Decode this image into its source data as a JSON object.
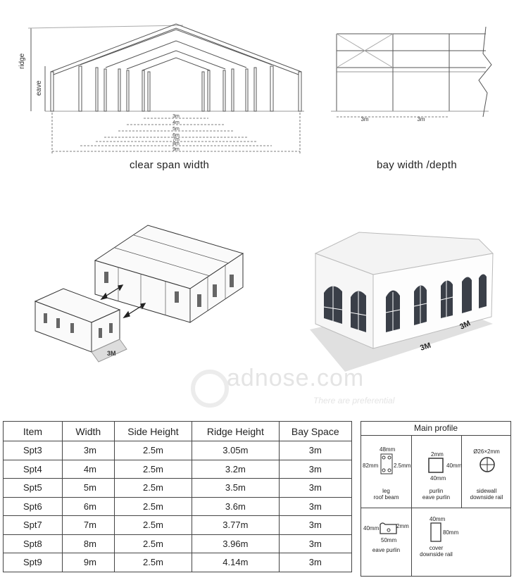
{
  "top_left": {
    "labels": {
      "ridge": "ridge",
      "eave": "eave"
    },
    "spans": [
      "3m",
      "4m",
      "5m",
      "6m",
      "7m",
      "8m",
      "9m"
    ],
    "caption": "clear  span  width"
  },
  "top_right": {
    "bays": [
      "3m",
      "3m"
    ],
    "caption": "bay  width /depth"
  },
  "tent_labels": {
    "left": "3M",
    "right_a": "3M",
    "right_b": "3M"
  },
  "watermark": {
    "text": "adnose.com",
    "subtitle": "There are preferential"
  },
  "spec_table": {
    "headers": [
      "Item",
      "Width",
      "Side Height",
      "Ridge Height",
      "Bay Space"
    ],
    "rows": [
      [
        "Spt3",
        "3m",
        "2.5m",
        "3.05m",
        "3m"
      ],
      [
        "Spt4",
        "4m",
        "2.5m",
        "3.2m",
        "3m"
      ],
      [
        "Spt5",
        "5m",
        "2.5m",
        "3.5m",
        "3m"
      ],
      [
        "Spt6",
        "6m",
        "2.5m",
        "3.6m",
        "3m"
      ],
      [
        "Spt7",
        "7m",
        "2.5m",
        "3.77m",
        "3m"
      ],
      [
        "Spt8",
        "8m",
        "2.5m",
        "3.96m",
        "3m"
      ],
      [
        "Spt9",
        "9m",
        "2.5m",
        "4.14m",
        "3m"
      ]
    ]
  },
  "main_profile": {
    "title": "Main profile",
    "leg": {
      "dims": [
        "48mm",
        "82mm",
        "2.5mm"
      ],
      "label_1": "leg",
      "label_2": "roof  beam"
    },
    "purlin": {
      "dims": [
        "2mm",
        "40mm",
        "40mm"
      ],
      "label_1": "purlin",
      "label_2": "eave purlin"
    },
    "sidewall": {
      "dims": [
        "Ø26×2mm"
      ],
      "label_1": "sidewall",
      "label_2": "downside rail"
    },
    "eave_purlin": {
      "dims": [
        "40mm",
        "2mm",
        "50mm"
      ],
      "label_1": "eave purlin"
    },
    "cover": {
      "dims": [
        "40mm",
        "80mm"
      ],
      "label_1": "cover",
      "label_2": "downside rail"
    }
  }
}
